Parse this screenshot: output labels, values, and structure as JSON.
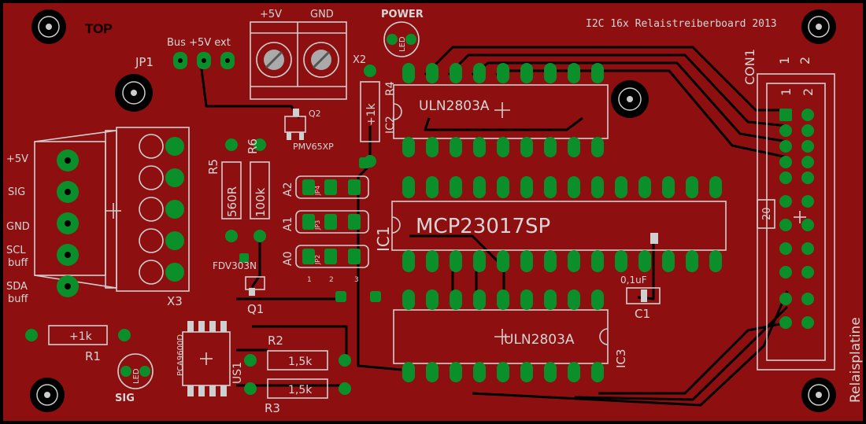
{
  "board": {
    "title": "I2C 16x Relaistreiberboard 2013",
    "top_label": "TOP",
    "side_label": "Relaisplatine"
  },
  "power_terminal": {
    "plus": "+5V",
    "gnd": "GND",
    "ref": "X2"
  },
  "power_led": {
    "label": "POWER",
    "ref": "LED"
  },
  "jumper": {
    "ref": "JP1",
    "label": "Bus +5V ext"
  },
  "io_terminal": {
    "ref": "X3",
    "labels": [
      "+5V",
      "SIG",
      "GND",
      "SCL",
      "buff",
      "SDA",
      "buff"
    ]
  },
  "resistors": {
    "r1": {
      "ref": "R1",
      "value": "+1k"
    },
    "r2": {
      "ref": "R2",
      "value": "1,5k"
    },
    "r3": {
      "ref": "R3",
      "value": "1,5k"
    },
    "r4": {
      "ref": "R4",
      "value": "+1k"
    },
    "r5": {
      "ref": "R5",
      "value": "560R"
    },
    "r6": {
      "ref": "R6",
      "value": "100k"
    }
  },
  "transistors": {
    "q1": {
      "ref": "Q1",
      "part": "FDV303N"
    },
    "q2": {
      "ref": "Q2",
      "part": "PMV65XP"
    }
  },
  "ics": {
    "ic1": {
      "ref": "IC1",
      "part": "MCP23017SP"
    },
    "ic2": {
      "ref": "IC2",
      "part": "ULN2803A"
    },
    "ic3": {
      "ref": "IC3",
      "part": "ULN2803A"
    },
    "us1": {
      "ref": "US1",
      "part": "PCA9600D"
    }
  },
  "address_jumpers": {
    "labels": [
      "A2",
      "A1",
      "A0"
    ],
    "refs": [
      "JP4",
      "JP3",
      "JP2"
    ],
    "pin_numbers": [
      "1",
      "2",
      "3"
    ]
  },
  "capacitor": {
    "ref": "C1",
    "value": "0,1uF"
  },
  "connector": {
    "ref": "CON1",
    "pin1": "1",
    "pin2": "2",
    "pin20": "20"
  },
  "sig_led": {
    "ref": "LED",
    "label": "SIG"
  }
}
